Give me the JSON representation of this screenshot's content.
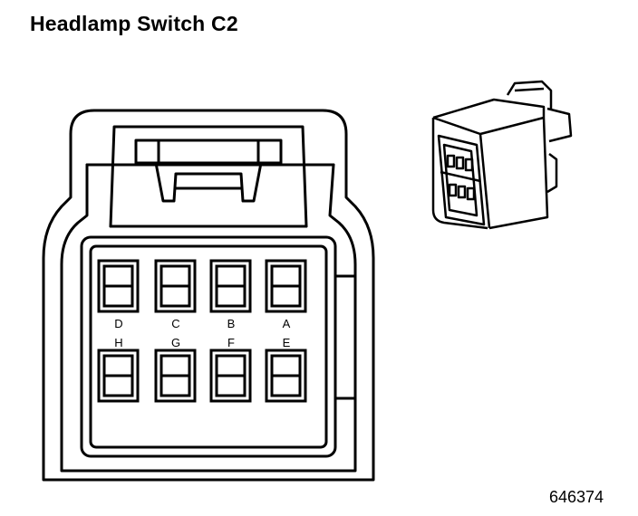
{
  "title": "Headlamp Switch C2",
  "figure_id": "646374",
  "connector": {
    "top_row": [
      "D",
      "C",
      "B",
      "A"
    ],
    "bottom_row": [
      "H",
      "G",
      "F",
      "E"
    ]
  }
}
